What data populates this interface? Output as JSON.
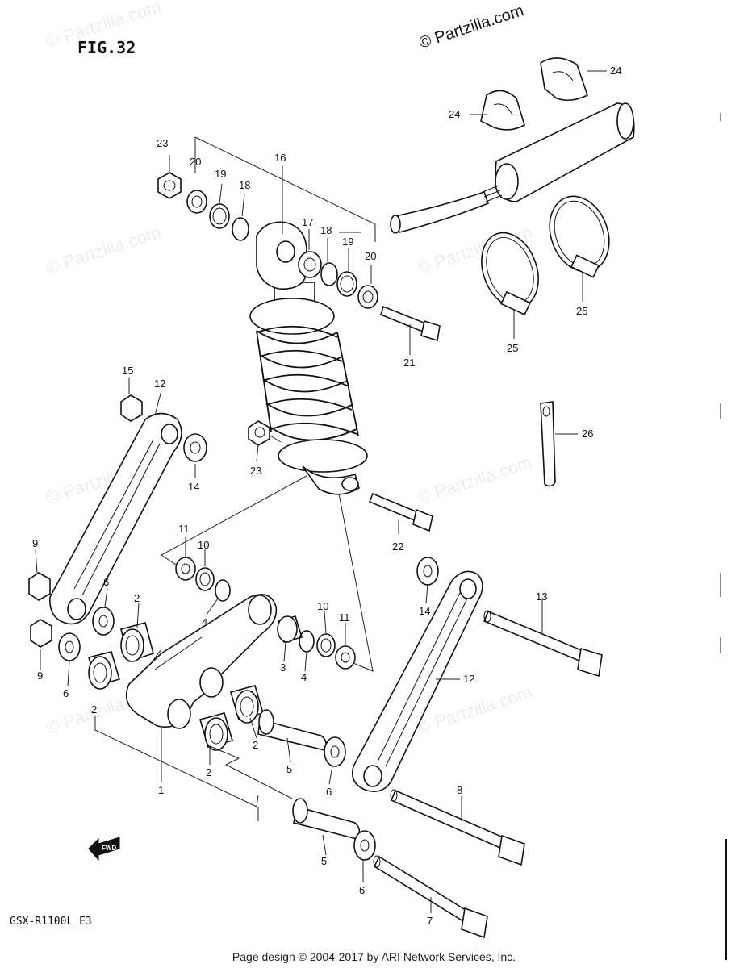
{
  "figure_label": "FIG.32",
  "model_code": "GSX-R1100L  E3",
  "copyright_corner": "© Partzilla.com",
  "watermark_text": "© Partzilla.com",
  "fwd_label": "FWD",
  "footer_text": "Page design © 2004-2017 by ARI Network Services, Inc.",
  "callouts": {
    "c1": "1",
    "c2a": "2",
    "c2b": "2",
    "c2c": "2",
    "c2d": "2",
    "c3": "3",
    "c4a": "4",
    "c4b": "4",
    "c5a": "5",
    "c5b": "5",
    "c6a": "6",
    "c6b": "6",
    "c6c": "6",
    "c6d": "6",
    "c7": "7",
    "c8": "8",
    "c9a": "9",
    "c9b": "9",
    "c10a": "10",
    "c10b": "10",
    "c11a": "11",
    "c11b": "11",
    "c12a": "12",
    "c12b": "12",
    "c13": "13",
    "c14a": "14",
    "c14b": "14",
    "c15": "15",
    "c16": "16",
    "c17": "17",
    "c18a": "18",
    "c18b": "18",
    "c19a": "19",
    "c19b": "19",
    "c20a": "20",
    "c20b": "20",
    "c21": "21",
    "c22": "22",
    "c23a": "23",
    "c23b": "23",
    "c24a": "24",
    "c24b": "24",
    "c25a": "25",
    "c25b": "25",
    "c26": "26"
  }
}
